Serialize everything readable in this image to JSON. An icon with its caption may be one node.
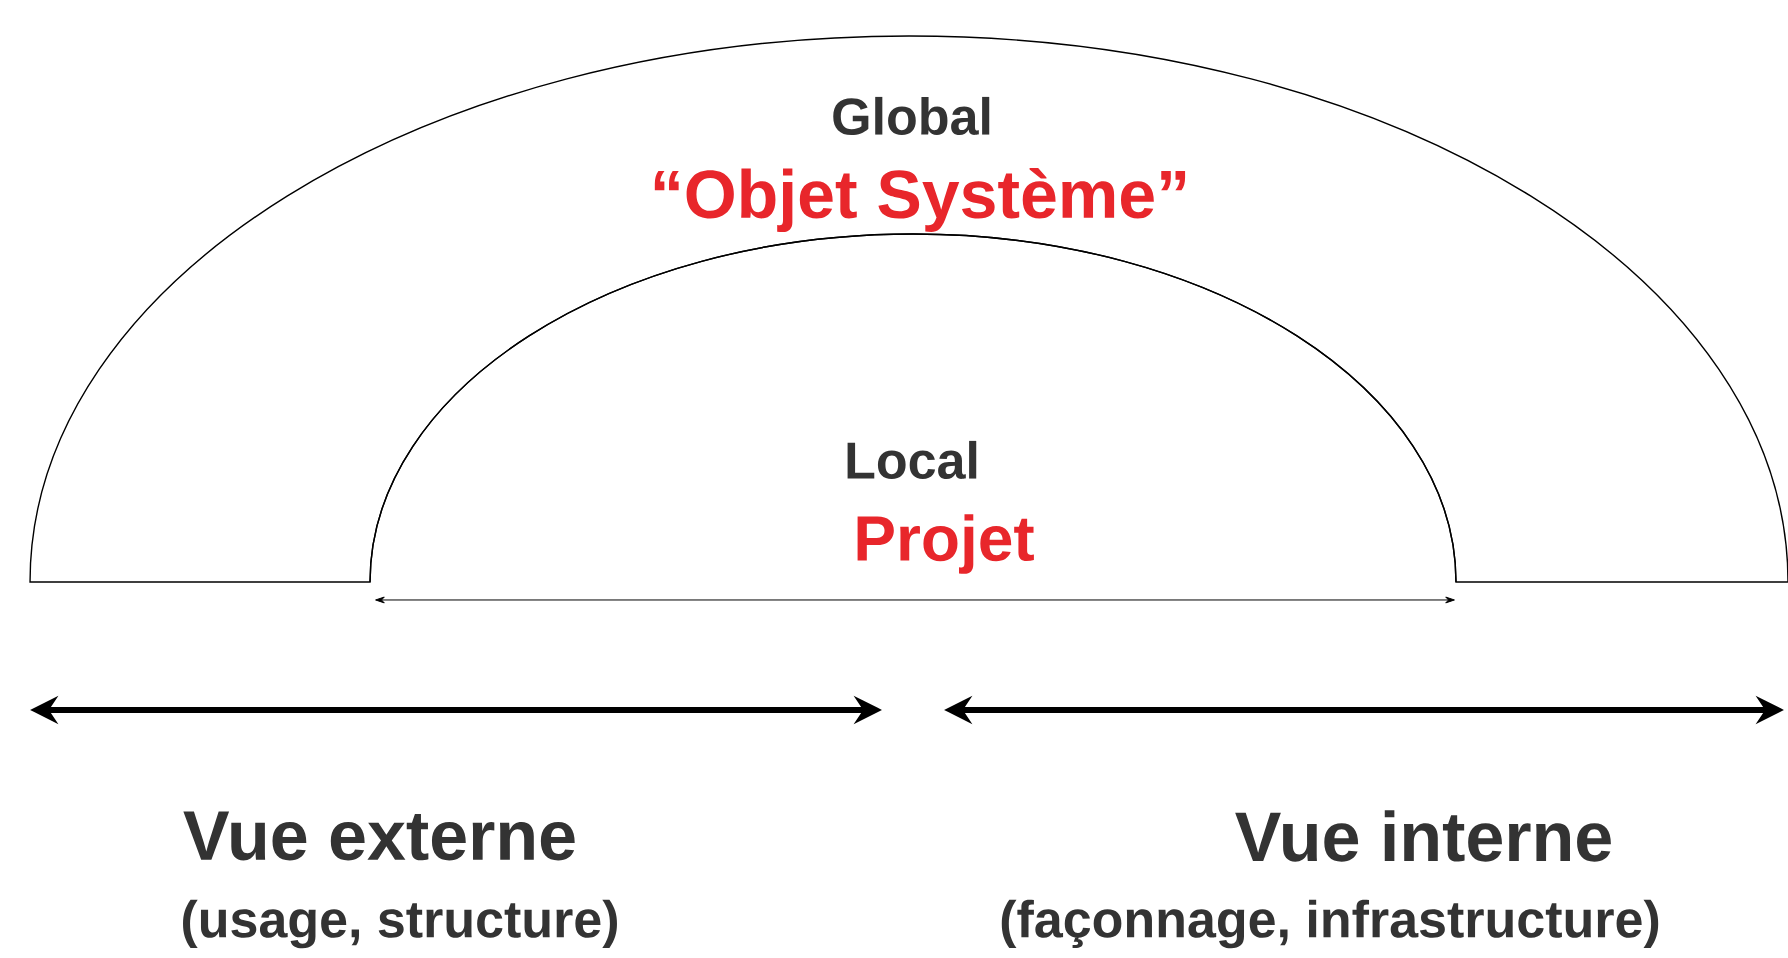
{
  "diagram": {
    "nodes": [
      {
        "text": [
          "Global",
          "“Objet Système”"
        ]
      },
      {
        "text": [
          "Local",
          "Projet"
        ]
      }
    ],
    "labels": [
      "Vue externe",
      "(usage, structure)",
      "Vue interne",
      "(façonnage, infrastructure)"
    ]
  }
}
